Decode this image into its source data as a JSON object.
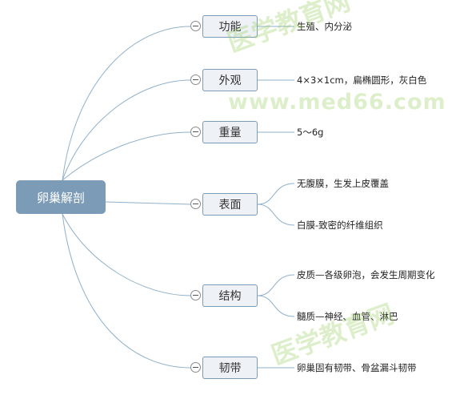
{
  "root": {
    "label": "卵巢解剖"
  },
  "branches": [
    {
      "label": "功能",
      "leaves": [
        "生殖、内分泌"
      ]
    },
    {
      "label": "外观",
      "leaves": [
        "4×3×1cm，扁椭圆形，灰白色"
      ]
    },
    {
      "label": "重量",
      "leaves": [
        "5～6g"
      ]
    },
    {
      "label": "表面",
      "leaves": [
        "无腹膜，生发上皮覆盖",
        "白膜-致密的纤维组织"
      ]
    },
    {
      "label": "结构",
      "leaves": [
        "皮质—各级卵泡，会发生周期变化",
        "髓质—神经、血管、淋巴"
      ]
    },
    {
      "label": "韧带",
      "leaves": [
        "卵巢固有韧带、骨盆漏斗韧带"
      ]
    }
  ],
  "watermark": {
    "top": "医学教育网",
    "url": "www.med66.com",
    "bottom": "医学教育网"
  },
  "colors": {
    "root_fill": "#7b9bb7",
    "branch_fill": "#eef2f7",
    "branch_border": "#7b9bb7",
    "line": "#8fb1cb",
    "watermark": "#96cd5a"
  }
}
